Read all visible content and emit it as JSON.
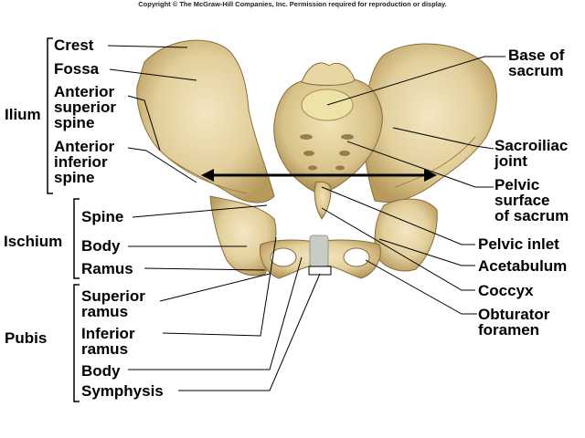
{
  "copyright": "Copyright © The McGraw-Hill Companies, Inc. Permission required for reproduction or display.",
  "groups": {
    "ilium": "Ilium",
    "ischium": "Ischium",
    "pubis": "Pubis"
  },
  "left_labels": {
    "crest": "Crest",
    "fossa": "Fossa",
    "anterior_superior_spine": [
      "Anterior",
      "superior",
      "spine"
    ],
    "anterior_inferior_spine": [
      "Anterior",
      "inferior",
      "spine"
    ],
    "spine": "Spine",
    "ischium_body": "Body",
    "ramus": "Ramus",
    "superior_ramus": [
      "Superior",
      "ramus"
    ],
    "inferior_ramus": [
      "Inferior",
      "ramus"
    ],
    "pubis_body": "Body",
    "symphysis": "Symphysis"
  },
  "right_labels": {
    "base_of_sacrum": [
      "Base of",
      "sacrum"
    ],
    "sacroiliac_joint": [
      "Sacroiliac",
      "joint"
    ],
    "pelvic_surface_of_sacrum": [
      "Pelvic",
      "surface",
      "of sacrum"
    ],
    "pelvic_inlet": "Pelvic inlet",
    "acetabulum": "Acetabulum",
    "coccyx": "Coccyx",
    "obturator_foramen": [
      "Obturator",
      "foramen"
    ]
  },
  "colors": {
    "bone": "#e2cf9c",
    "bone_shadow": "#b89a5c",
    "bone_dark": "#8a6c38",
    "bone_light": "#f3e7c2",
    "cartilage": "#c7ccc4"
  }
}
